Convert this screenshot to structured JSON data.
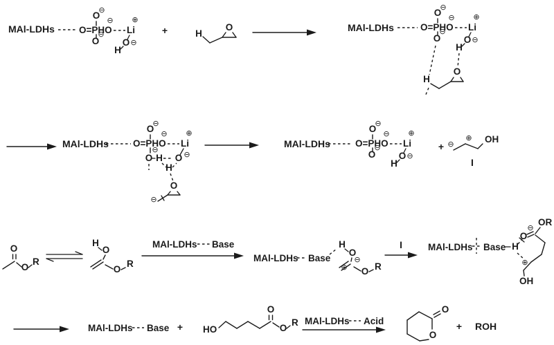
{
  "scheme": {
    "catalyst": "MAl-LDHs",
    "base": "Base",
    "acid": "Acid",
    "intermediate": "I",
    "plus": "+",
    "roh": "ROH"
  },
  "atoms": {
    "phead": "O=PHO",
    "li": "Li",
    "o": "O",
    "h": "H",
    "ho": "HO",
    "oh": "OH",
    "r": "R",
    "or": "OR"
  },
  "charges": {
    "minus": "⊖",
    "plus": "⊕"
  }
}
